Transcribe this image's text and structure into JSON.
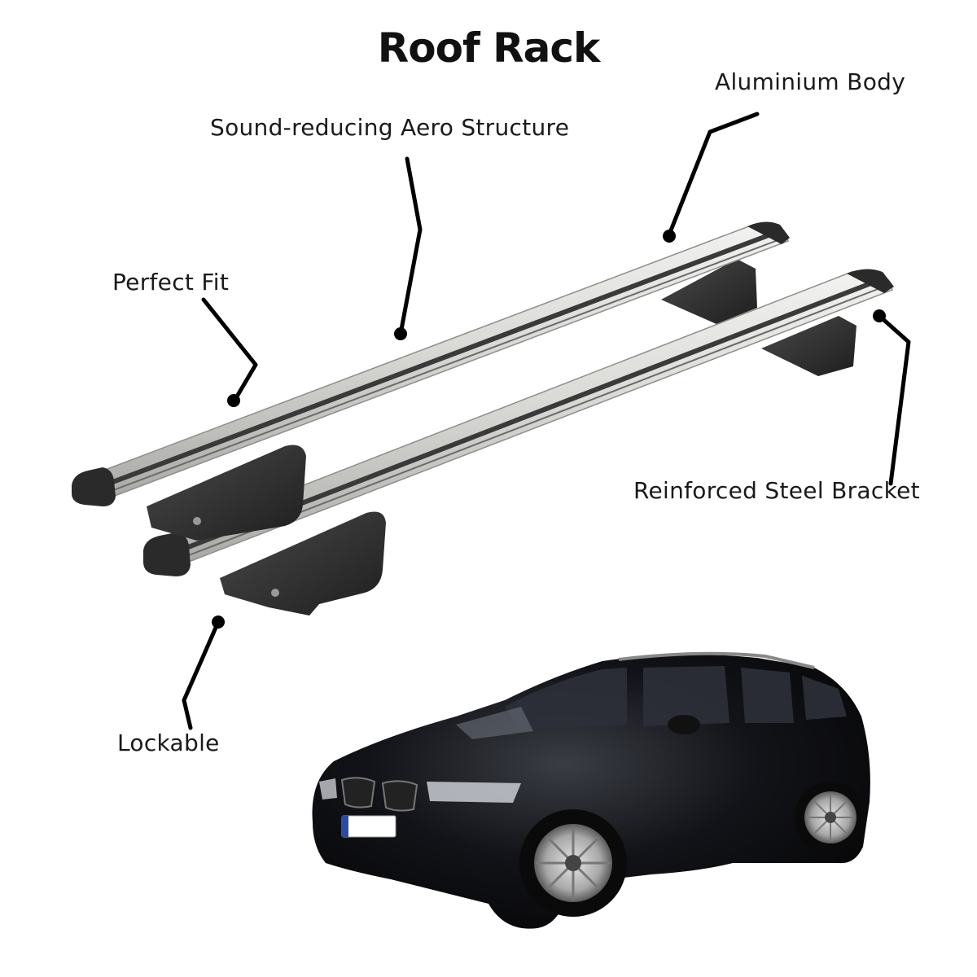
{
  "title": "Roof Rack",
  "features": {
    "aero": "Sound-reducing Aero Structure",
    "aluminium": "Aluminium Body",
    "fit": "Perfect Fit",
    "steel": "Reinforced Steel Bracket",
    "lock": "Lockable"
  },
  "colors": {
    "bar_silver": "#d6d6d4",
    "bar_dark_groove": "#3a3a3a",
    "bracket_black": "#2b2b2b",
    "car_body": "#0d0d10",
    "leader_line": "#000000"
  },
  "icons": [
    "roof-rack-bars-illustration",
    "station-wagon-car-illustration"
  ]
}
